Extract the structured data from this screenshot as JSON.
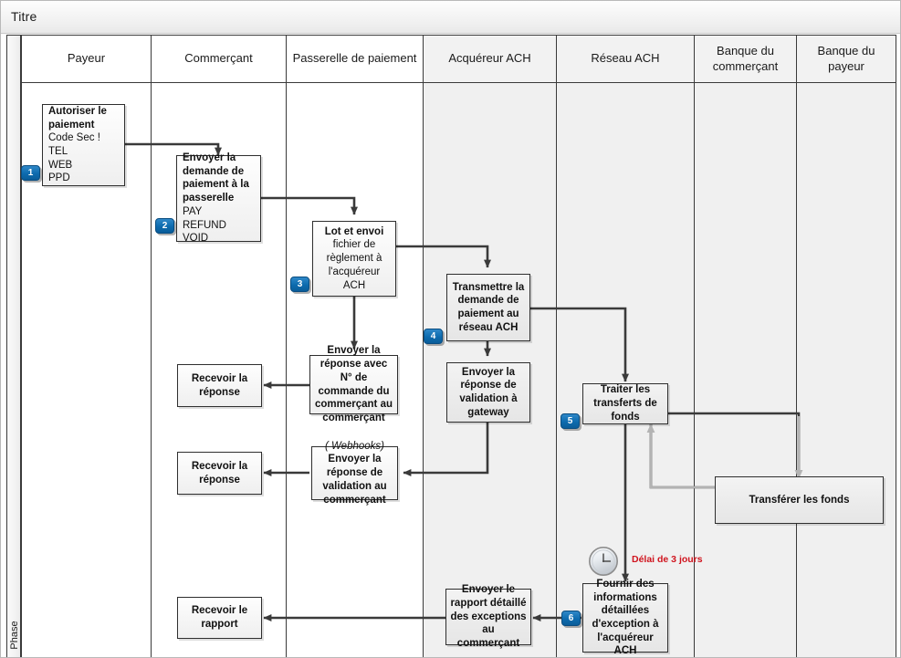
{
  "window": {
    "title": "Titre"
  },
  "phase": {
    "label": "Phase"
  },
  "lanes": [
    {
      "name": "payeur",
      "label": "Payeur"
    },
    {
      "name": "commercant",
      "label": "Commerçant"
    },
    {
      "name": "passerelle",
      "label": "Passerelle de paiement"
    },
    {
      "name": "acquereur-ach",
      "label": "Acquéreur ACH"
    },
    {
      "name": "reseau-ach",
      "label": "Réseau ACH"
    },
    {
      "name": "banque-commercant",
      "label": "Banque du commerçant"
    },
    {
      "name": "banque-payeur",
      "label": "Banque du payeur"
    }
  ],
  "nodes": {
    "autoriser": {
      "title": "Autoriser le paiement",
      "lines": [
        "Code Sec !",
        "TEL",
        "WEB",
        "PPD"
      ]
    },
    "envoyer_demande": {
      "title": "Envoyer la demande de paiement à la passerelle",
      "lines": [
        "PAY",
        "REFUND",
        "VOID"
      ]
    },
    "lot_envoi": {
      "title": "Lot et envoi",
      "body": "fichier de règlement à l'acquéreur ACH"
    },
    "transmettre": {
      "title": "Transmettre la demande de paiement au réseau ACH"
    },
    "reponse_cmd": {
      "l1": "Envoyer la réponse avec",
      "l2": "N° de commande du commerçant au commerçant"
    },
    "reponse_gw": {
      "title": "Envoyer la réponse de validation à gateway"
    },
    "recevoir_1": {
      "title": "Recevoir la réponse"
    },
    "webhooks": {
      "tag": "( Webhooks)",
      "title": "Envoyer la réponse de validation au commerçant"
    },
    "recevoir_2": {
      "title": "Recevoir la réponse"
    },
    "traiter": {
      "title": "Traiter les transferts de fonds"
    },
    "transferer": {
      "title": "Transférer les fonds"
    },
    "fournir": {
      "title": "Fournir des informations détaillées d'exception à l'acquéreur ACH"
    },
    "rapport_env": {
      "title": "Envoyer le rapport détaillé des exceptions au commerçant"
    },
    "recevoir_rap": {
      "title": "Recevoir le rapport"
    }
  },
  "badges": [
    "1",
    "2",
    "3",
    "4",
    "5",
    "6"
  ],
  "annotations": {
    "delay": "Délai de 3 jours",
    "clock_icon": "clock-icon"
  },
  "colors": {
    "badge": "#0d6bae",
    "delay_text": "#d0141e",
    "lane_grey": "#f0f0f0",
    "line": "#3a3a3a"
  }
}
